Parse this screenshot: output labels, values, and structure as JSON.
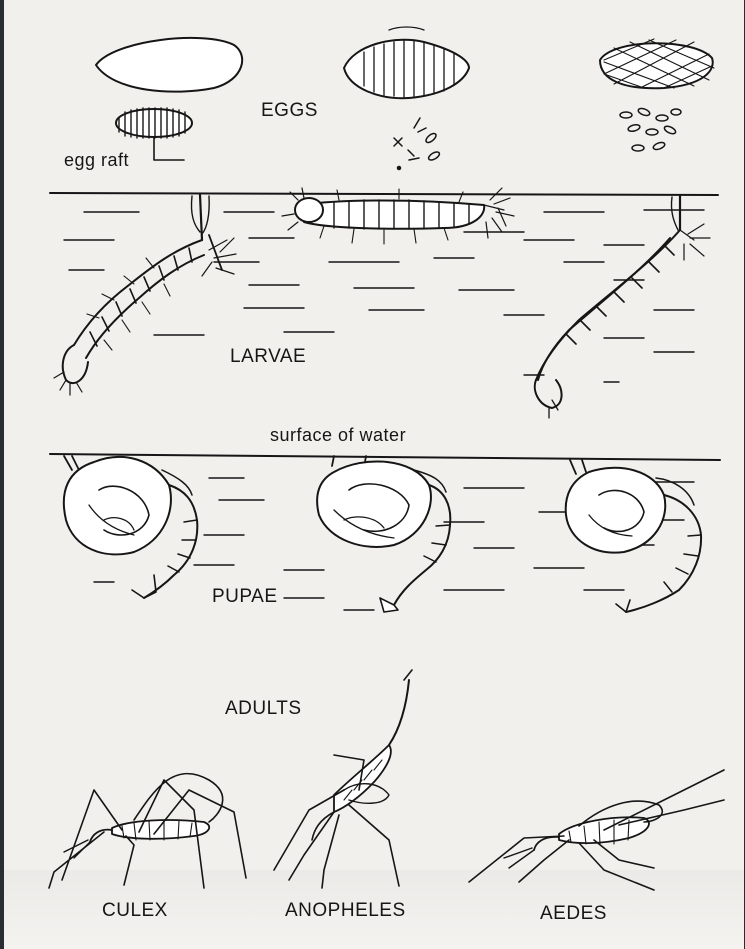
{
  "labels": {
    "eggs": "EGGS",
    "egg_raft": "egg raft",
    "larvae": "LARVAE",
    "surface_of_water": "surface of water",
    "pupae": "PUPAE",
    "adults": "ADULTS"
  },
  "genera": [
    "CULEX",
    "ANOPHELES",
    "AEDES"
  ],
  "colors": {
    "ink": "#161616",
    "paper": "#f1f0ec",
    "frame": "#2a2d31"
  }
}
